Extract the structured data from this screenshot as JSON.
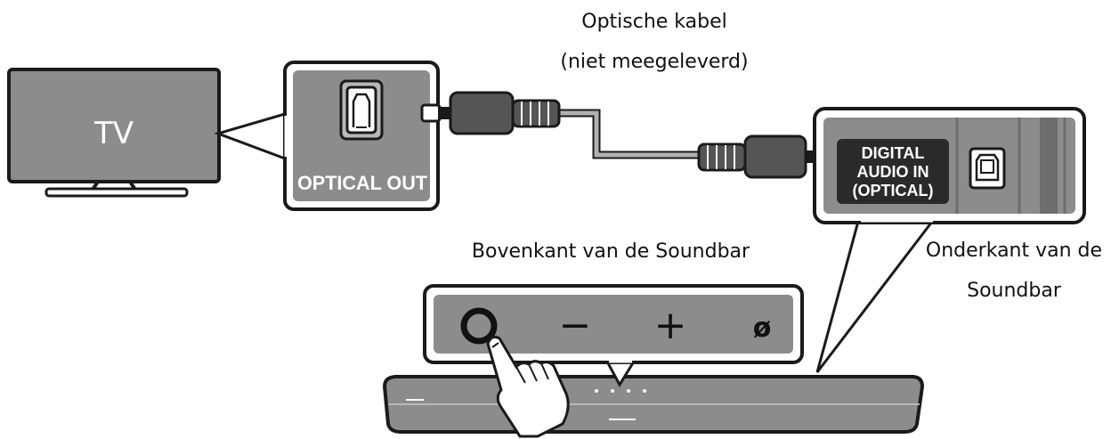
{
  "cable_label_line1": "Optische kabel",
  "cable_label_line2": "(niet meegeleverd)",
  "tv": {
    "label": "TV"
  },
  "tv_port": {
    "label": "OPTICAL OUT"
  },
  "soundbar_port": {
    "label_line1": "DIGITAL",
    "label_line2": "AUDIO IN",
    "label_line3": "(OPTICAL)"
  },
  "top_label": "Bovenkant van de Soundbar",
  "bottom_label_line1": "Onderkant van de",
  "bottom_label_line2": "Soundbar",
  "buttons": [
    {
      "name": "power",
      "icon": "power-button-icon"
    },
    {
      "name": "volume-down",
      "glyph": "−"
    },
    {
      "name": "volume-up",
      "glyph": "+"
    },
    {
      "name": "source",
      "glyph": "ø"
    }
  ],
  "colors": {
    "panel": "#8c8c8c",
    "panel_dark": "#6e6e6e",
    "outline": "#1a1a1a",
    "cable": "#b0b0b0"
  }
}
